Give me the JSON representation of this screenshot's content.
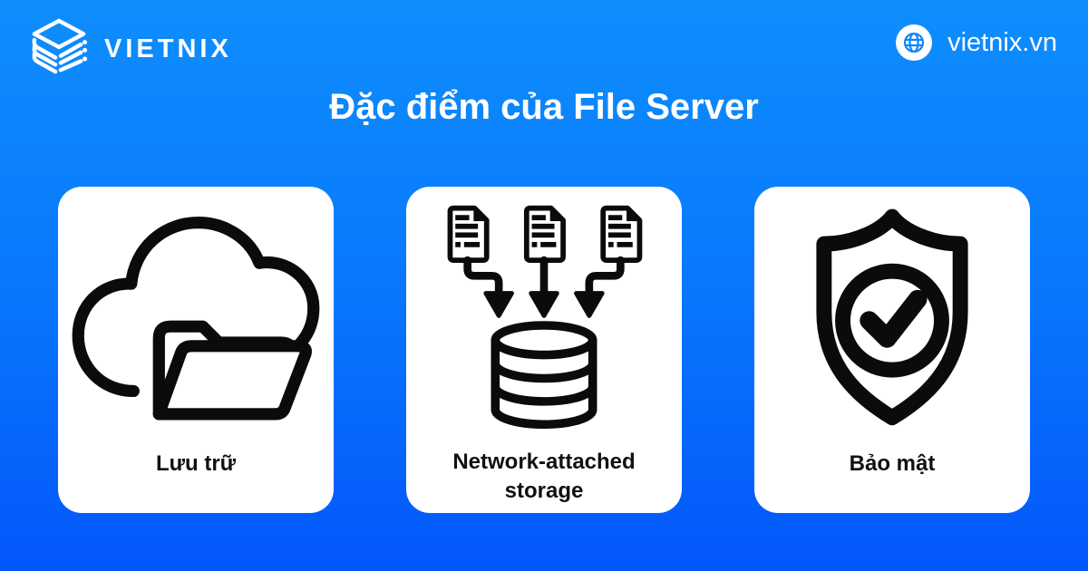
{
  "header": {
    "brand": "VIETNIX",
    "website": "vietnix.vn",
    "logo_icon": "vietnix-stack-logo",
    "website_icon": "globe-icon"
  },
  "title": "Đặc điểm của File Server",
  "cards": [
    {
      "label": "Lưu trữ",
      "icon": "cloud-folder-icon"
    },
    {
      "label": "Network-attached storage",
      "icon": "documents-to-database-icon"
    },
    {
      "label": "Bảo mật",
      "icon": "shield-check-icon"
    }
  ],
  "colors": {
    "background_top": "#0E8EFD",
    "background_bottom": "#0357FB",
    "card_background": "#FFFFFF",
    "icon_stroke": "#0B0B0B",
    "title_text": "#FFFFFF",
    "label_text": "#111111",
    "globe_blue": "#0B86FB"
  }
}
